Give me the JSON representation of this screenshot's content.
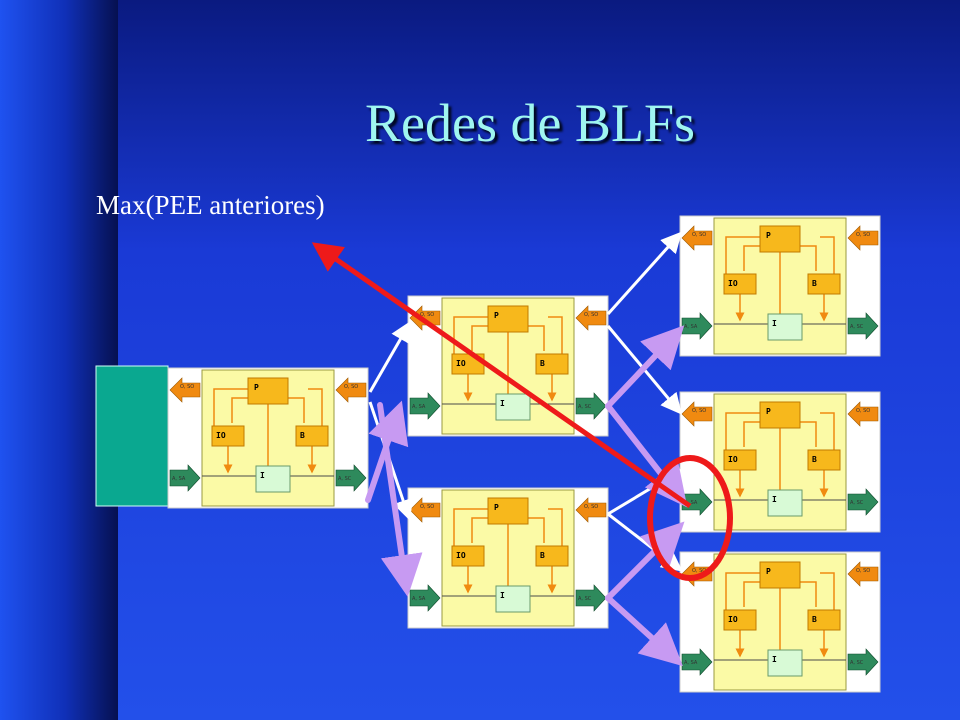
{
  "slide": {
    "title": "Redes de BLFs",
    "subtitle": "Max(PEE anteriores)"
  },
  "block": {
    "label_p": "P",
    "label_io": "IO",
    "label_b": "B",
    "label_i": "I",
    "port_out_left": "O, SO",
    "port_out_right": "O, SO",
    "port_in_left": "A, SA",
    "port_in_right": "A, SC"
  },
  "colors": {
    "background": "#1a3ad6",
    "title": "#9ff6f0",
    "block_body": "#fbfaa6",
    "block_box": "#f7b81c",
    "block_i_box": "#d8fad6",
    "arrow_orange": "#f08a10",
    "arrow_green": "#2e8a5c",
    "link_white": "#ffffff",
    "link_violet": "#c79af2",
    "highlight_red": "#ee1a1a",
    "source_teal": "#0aa890"
  }
}
